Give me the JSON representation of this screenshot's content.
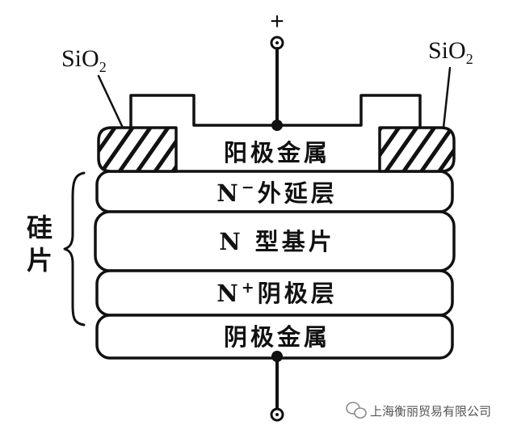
{
  "diagram": {
    "anode_terminal": {
      "sign": "+"
    },
    "sio2_left": {
      "base": "SiO",
      "sub": "2"
    },
    "sio2_right": {
      "base": "SiO",
      "sub": "2"
    },
    "layers": {
      "anode_metal": "阳极金属",
      "n_minus_epitaxial": {
        "prefix": "N",
        "sup": "−",
        "rest": "外延层"
      },
      "n_type_substrate": "N 型基片",
      "n_plus_cathode": {
        "prefix": "N",
        "sup": "+",
        "rest": "阴极层"
      },
      "cathode_metal": "阴极金属"
    },
    "side_label": "硅片"
  },
  "watermark": {
    "icon": "wechat-icon",
    "text": "上海衡丽贸易有限公司"
  },
  "colors": {
    "ink": "#111111",
    "background": "#ffffff",
    "watermark": "#555555",
    "watermark_icon": "#8a8a8a"
  }
}
